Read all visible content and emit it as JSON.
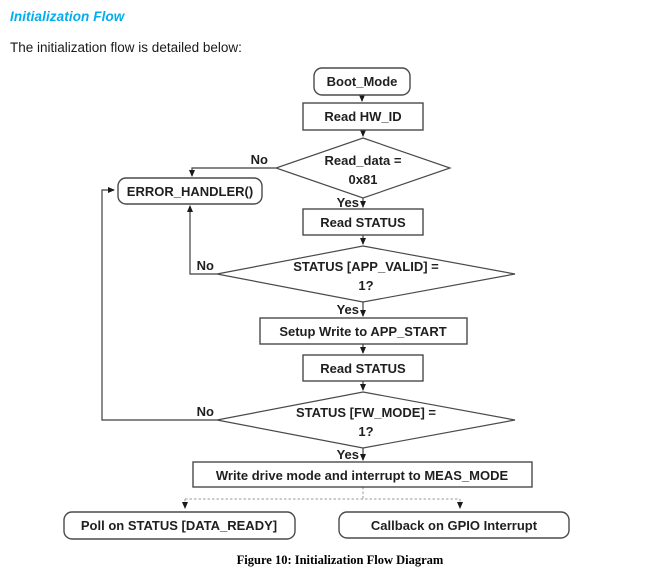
{
  "page": {
    "heading": "Initialization Flow",
    "intro": "The initialization flow is detailed below:",
    "caption": "Figure 10: Initialization Flow Diagram",
    "heading_color": "#00AEEF"
  },
  "colors": {
    "heading": "#00AEEF",
    "edge_line": "#3f3f3f",
    "box_border": "#4a4a4a",
    "dashed_line": "#999999",
    "text": "#1f1f1f"
  },
  "flowchart": {
    "nodes": {
      "boot": {
        "label": "Boot_Mode",
        "type": "rounded"
      },
      "read_hw_id": {
        "label": "Read HW_ID",
        "type": "rect"
      },
      "check_read_data": {
        "line1": "Read_data =",
        "line2": "0x81",
        "type": "diamond"
      },
      "error_handler": {
        "label": "ERROR_HANDLER()",
        "type": "rounded"
      },
      "read_status_1": {
        "label": "Read STATUS",
        "type": "rect"
      },
      "check_app_valid": {
        "line1": "STATUS [APP_VALID] =",
        "line2": "1?",
        "type": "diamond"
      },
      "setup_write": {
        "label": "Setup Write to APP_START",
        "type": "rect"
      },
      "read_status_2": {
        "label": "Read STATUS",
        "type": "rect"
      },
      "check_fw_mode": {
        "line1": "STATUS [FW_MODE] =",
        "line2": "1?",
        "type": "diamond"
      },
      "write_meas_mode": {
        "label": "Write drive mode and interrupt to MEAS_MODE",
        "type": "rect"
      },
      "poll_status": {
        "label": "Poll on STATUS [DATA_READY]",
        "type": "rounded"
      },
      "callback_gpio": {
        "label": "Callback on GPIO Interrupt",
        "type": "rounded"
      }
    },
    "edge_labels": {
      "no1": "No",
      "yes1": "Yes",
      "no2": "No",
      "yes2": "Yes",
      "no3": "No",
      "yes3": "Yes"
    }
  }
}
